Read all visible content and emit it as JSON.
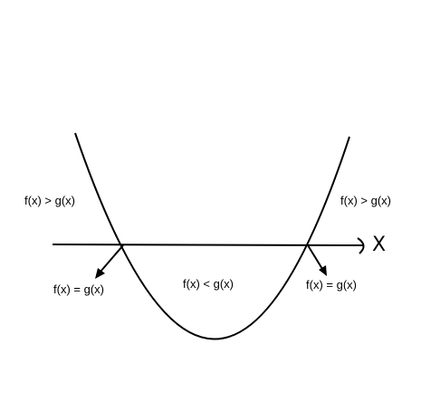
{
  "diagram": {
    "axis_label": "X",
    "region_left_label": "f(x) > g(x)",
    "region_right_label": "f(x) > g(x)",
    "region_middle_label": "f(x) < g(x)",
    "intersection_left_label": "f(x) = g(x)",
    "intersection_right_label": "f(x) = g(x)"
  },
  "colors": {
    "stroke": "#000000",
    "background": "#ffffff"
  },
  "icons": {
    "axis_end": "open-arrowhead-icon"
  }
}
